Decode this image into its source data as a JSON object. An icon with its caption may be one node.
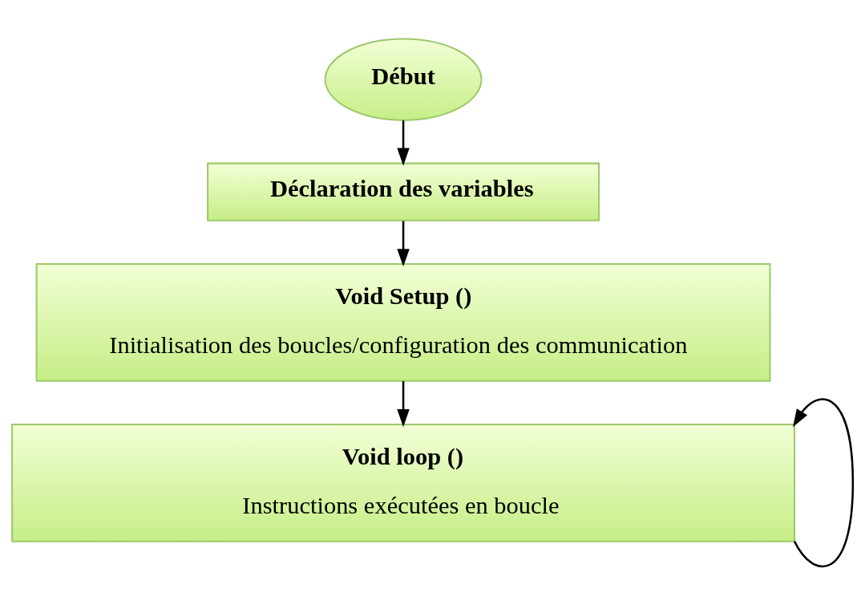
{
  "diagram": {
    "nodes": [
      {
        "text": [
          "Début"
        ]
      },
      {
        "text": [
          "Déclaration des variables"
        ]
      },
      {
        "text": [
          "Void Setup ()",
          "Initialisation des boucles/configuration des communication"
        ]
      },
      {
        "text": [
          "Void loop ()",
          "Instructions exécutées en boucle"
        ]
      }
    ],
    "edges": [
      {
        "from": 0,
        "to": 1,
        "arrow": "to"
      },
      {
        "from": 1,
        "to": 2,
        "arrow": "to"
      },
      {
        "from": 2,
        "to": 3,
        "arrow": "to"
      },
      {
        "from": 3,
        "to": 3,
        "arrow": "to"
      }
    ]
  }
}
